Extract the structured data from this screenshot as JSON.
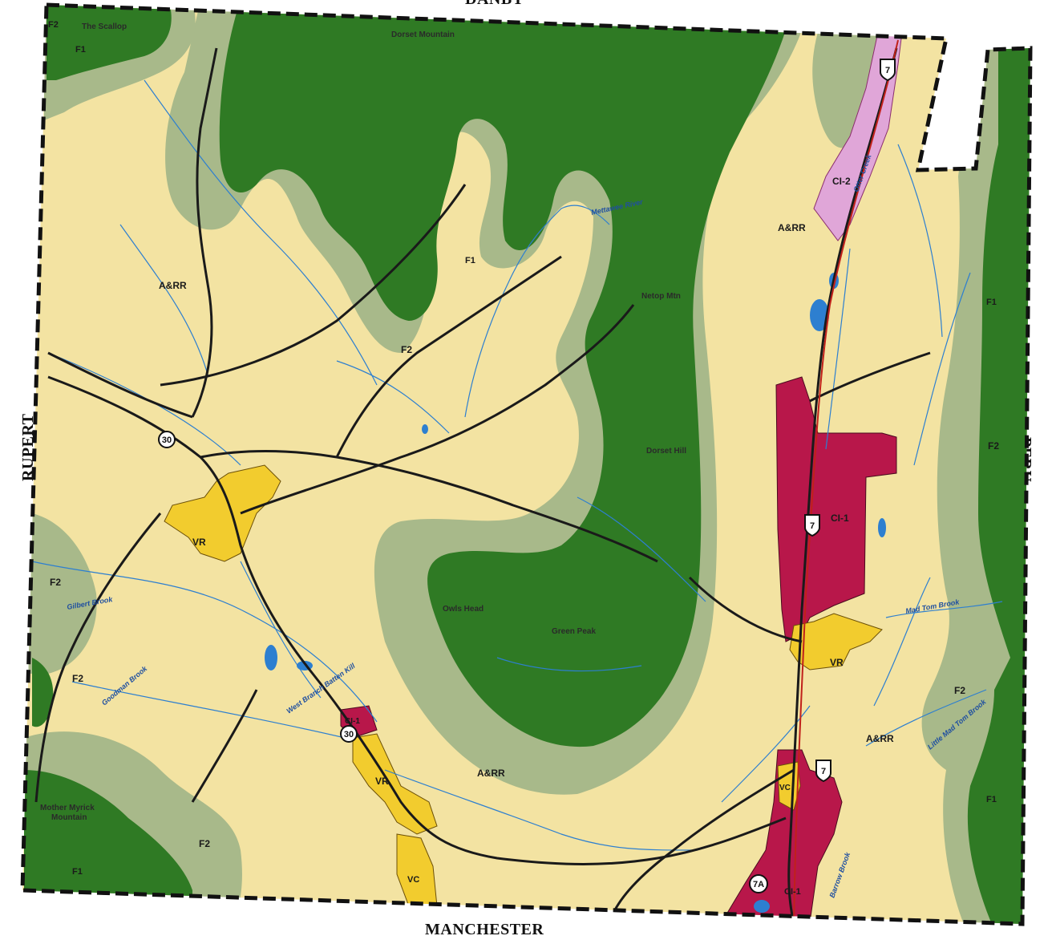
{
  "borders": {
    "north": "DANBY",
    "south": "MANCHESTER",
    "west": "RUPERT",
    "east": "PERU"
  },
  "zones": {
    "ar1": "A&RR",
    "ar2": "A&RR",
    "ar3": "A&RR",
    "ar4": "A&RR",
    "f1a": "F1",
    "f1b": "F1",
    "f1c": "F1",
    "f1d": "F1",
    "f1e": "F1",
    "f2a": "F2",
    "f2b": "F2",
    "f2c": "F2",
    "f2d": "F2",
    "f2e": "F2",
    "f2f": "F2",
    "f2g": "F2",
    "ci1a": "CI-1",
    "ci1b": "CI-1",
    "ci1c": "CI-1",
    "ci2": "CI-2",
    "vr1": "VR",
    "vr2": "VR",
    "vr3": "VR",
    "vc1": "VC",
    "vc2": "VC"
  },
  "places": {
    "scallop": "The Scallop",
    "dorset_mtn": "Dorset Mountain",
    "netop": "Netop Mtn",
    "dorset_hill": "Dorset Hill",
    "owls_head": "Owls Head",
    "green_peak": "Green Peak",
    "mother_myrick": "Mother Myrick",
    "mother_myrick2": "Mountain"
  },
  "streams": {
    "mettawee": "Mettawee River",
    "otter": "Otter Creek",
    "gilbert": "Gilbert Brook",
    "goodman": "Goodman Brook",
    "west_branch": "West Branch Batten Kill",
    "mad_tom": "Mad Tom Brook",
    "little_mad_tom": "Little Mad Tom Brook",
    "barrow": "Barrow Brook"
  },
  "shields": {
    "vt30a": "30",
    "vt30b": "30",
    "us7a": "7",
    "us7b": "7",
    "us7c": "7",
    "vt7a": "7A"
  },
  "colors": {
    "ar": "#f3e3a2",
    "f1": "#2f7a24",
    "f2": "#a8b98a",
    "ci1": "#b8174a",
    "ci2": "#e0a6d8",
    "vr": "#f2cc2e",
    "water": "#2d7fd0"
  }
}
